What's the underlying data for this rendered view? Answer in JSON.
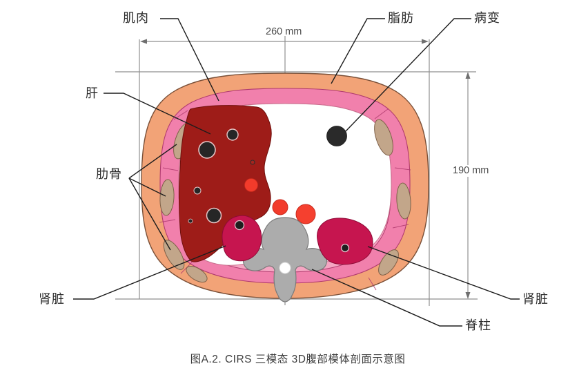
{
  "diagram": {
    "caption": "图A.2.  CIRS 三模态 3D腹部模体剖面示意图",
    "labels": {
      "muscle": "肌肉",
      "fat": "脂肪",
      "lesion": "病变",
      "liver": "肝",
      "ribs": "肋骨",
      "kidney_left": "肾脏",
      "kidney_right": "肾脏",
      "spine": "脊柱"
    },
    "dimensions": {
      "width_label": "260 mm",
      "height_label": "190 mm"
    },
    "colors": {
      "fat_layer": "#F2A377",
      "muscle_layer": "#F180AC",
      "inner_muscle": "#F5A6C3",
      "cavity": "#FFFFFF",
      "liver": "#9E1C18",
      "kidney": "#C6154F",
      "vessel_red": "#F23B2B",
      "spine_gray": "#ACACAC",
      "rib_tan": "#C2A68A",
      "lesion_black": "#2A2A2A",
      "dimension_line": "#8F8F8F",
      "pointer_line": "#1C1C1C"
    }
  }
}
